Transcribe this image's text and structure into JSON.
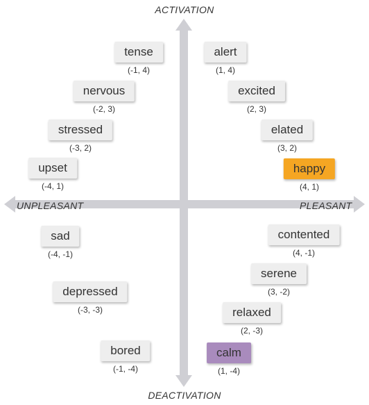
{
  "axes": {
    "top": "ACTIVATION",
    "bottom": "DEACTIVATION",
    "left": "UNPLEASANT",
    "right": "PLEASANT"
  },
  "colors": {
    "axis": "#cfcfd4",
    "box": "#eeeeee",
    "happy": "#f5a623",
    "calm": "#a98bbd"
  },
  "emotions": [
    {
      "id": "tense",
      "label": "tense",
      "coord": "(-1, 4)",
      "x": -1,
      "y": 4
    },
    {
      "id": "alert",
      "label": "alert",
      "coord": "(1, 4)",
      "x": 1,
      "y": 4
    },
    {
      "id": "nervous",
      "label": "nervous",
      "coord": "(-2, 3)",
      "x": -2,
      "y": 3
    },
    {
      "id": "excited",
      "label": "excited",
      "coord": "(2, 3)",
      "x": 2,
      "y": 3
    },
    {
      "id": "stressed",
      "label": "stressed",
      "coord": "(-3, 2)",
      "x": -3,
      "y": 2
    },
    {
      "id": "elated",
      "label": "elated",
      "coord": "(3, 2)",
      "x": 3,
      "y": 2
    },
    {
      "id": "upset",
      "label": "upset",
      "coord": "(-4, 1)",
      "x": -4,
      "y": 1
    },
    {
      "id": "happy",
      "label": "happy",
      "coord": "(4, 1)",
      "x": 4,
      "y": 1,
      "color": "#f5a623"
    },
    {
      "id": "sad",
      "label": "sad",
      "coord": "(-4, -1)",
      "x": -4,
      "y": -1
    },
    {
      "id": "contented",
      "label": "contented",
      "coord": "(4, -1)",
      "x": 4,
      "y": -1
    },
    {
      "id": "depressed",
      "label": "depressed",
      "coord": "(-3, -3)",
      "x": -3,
      "y": -3
    },
    {
      "id": "serene",
      "label": "serene",
      "coord": "(3, -2)",
      "x": 3,
      "y": -2
    },
    {
      "id": "relaxed",
      "label": "relaxed",
      "coord": "(2, -3)",
      "x": 2,
      "y": -3
    },
    {
      "id": "bored",
      "label": "bored",
      "coord": "(-1, -4)",
      "x": -1,
      "y": -4
    },
    {
      "id": "calm",
      "label": "calm",
      "coord": "(1, -4)",
      "x": 1,
      "y": -4,
      "color": "#a98bbd"
    }
  ]
}
